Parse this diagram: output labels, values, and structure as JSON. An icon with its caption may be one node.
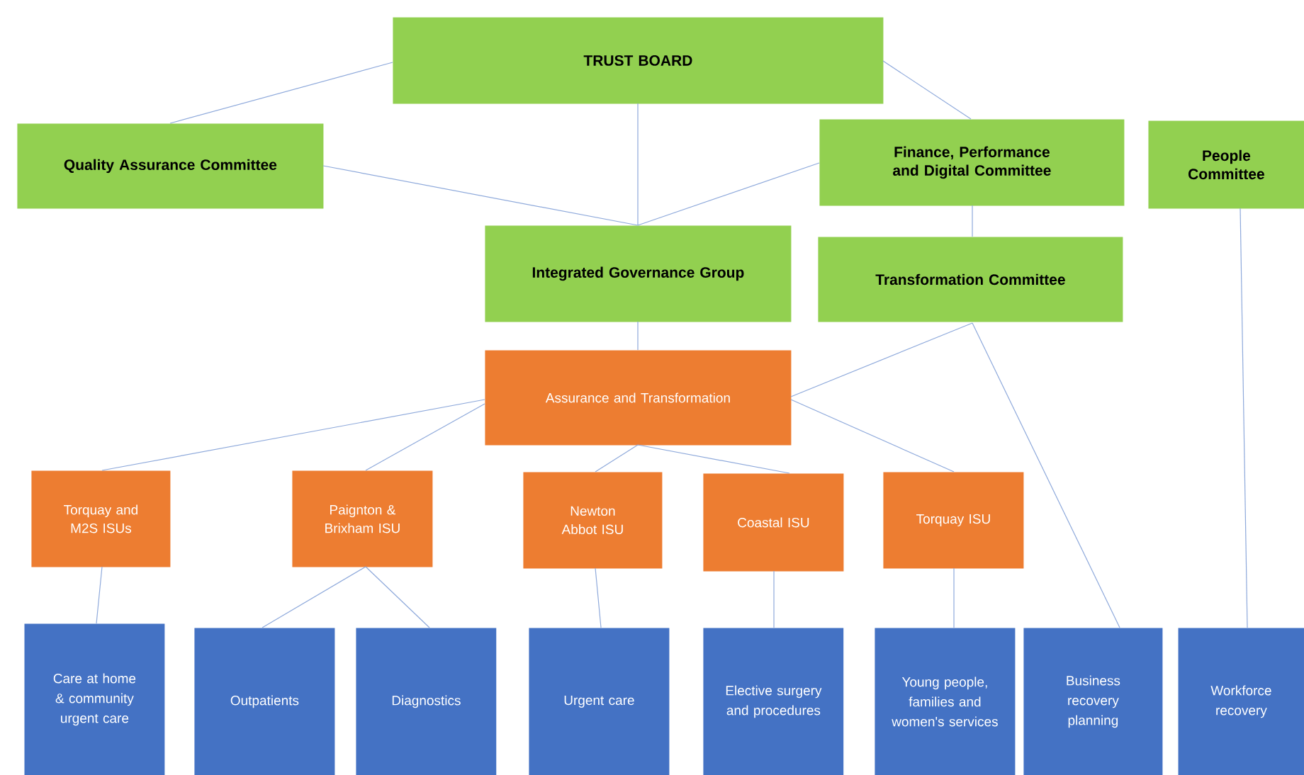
{
  "diagram": {
    "nodes": [
      {
        "text": [
          "TRUST BOARD"
        ]
      },
      {
        "text": [
          "Quality Assurance Committee"
        ]
      },
      {
        "text": [
          "Finance, Performance and Digital Committee"
        ]
      },
      {
        "text": [
          "People Committee"
        ]
      },
      {
        "text": [
          "Integrated Governance Group"
        ]
      },
      {
        "text": [
          "Transformation Committee"
        ]
      },
      {
        "text": [
          "Assurance and Transformation"
        ]
      },
      {
        "text": [
          "Torquay and M2S ISUs"
        ]
      },
      {
        "text": [
          "Paignton & Brixham ISU"
        ]
      },
      {
        "text": [
          "Newton Abbot ISU"
        ]
      },
      {
        "text": [
          "Coastal ISU"
        ]
      },
      {
        "text": [
          "Torquay ISU"
        ]
      },
      {
        "text": [
          "Care at home & community urgent care"
        ]
      },
      {
        "text": [
          "Outpatients"
        ]
      },
      {
        "text": [
          "Diagnostics"
        ]
      },
      {
        "text": [
          "Urgent care"
        ]
      },
      {
        "text": [
          "Elective surgery and procedures"
        ]
      },
      {
        "text": [
          "Young people, families and women's services"
        ]
      },
      {
        "text": [
          "Business recovery planning"
        ]
      },
      {
        "text": [
          "Workforce recovery"
        ]
      }
    ],
    "edges": [
      {
        "from": 0,
        "to": 1,
        "arrow": "none"
      },
      {
        "from": 0,
        "to": 4,
        "arrow": "none"
      },
      {
        "from": 0,
        "to": 2,
        "arrow": "none"
      },
      {
        "from": 1,
        "to": 4,
        "arrow": "none"
      },
      {
        "from": 2,
        "to": 4,
        "arrow": "none"
      },
      {
        "from": 2,
        "to": 5,
        "arrow": "none"
      },
      {
        "from": 3,
        "to": 19,
        "arrow": "none"
      },
      {
        "from": 4,
        "to": 6,
        "arrow": "none"
      },
      {
        "from": 5,
        "to": 6,
        "arrow": "none"
      },
      {
        "from": 5,
        "to": 18,
        "arrow": "none"
      },
      {
        "from": 6,
        "to": 7,
        "arrow": "none"
      },
      {
        "from": 6,
        "to": 8,
        "arrow": "none"
      },
      {
        "from": 6,
        "to": 9,
        "arrow": "none"
      },
      {
        "from": 6,
        "to": 10,
        "arrow": "none"
      },
      {
        "from": 6,
        "to": 11,
        "arrow": "none"
      },
      {
        "from": 7,
        "to": 12,
        "arrow": "none"
      },
      {
        "from": 8,
        "to": 13,
        "arrow": "none"
      },
      {
        "from": 8,
        "to": 14,
        "arrow": "none"
      },
      {
        "from": 9,
        "to": 15,
        "arrow": "none"
      },
      {
        "from": 10,
        "to": 16,
        "arrow": "none"
      },
      {
        "from": 11,
        "to": 17,
        "arrow": "none"
      }
    ]
  }
}
